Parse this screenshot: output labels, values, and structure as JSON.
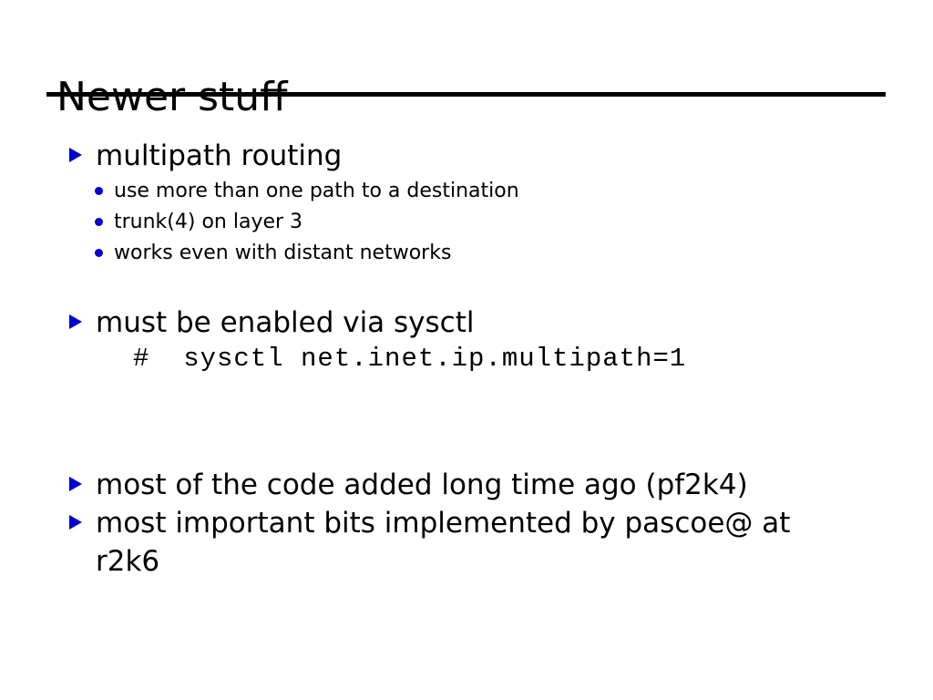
{
  "slide": {
    "title": "Newer stuff",
    "accent_color": "#0000d0",
    "text_color": "#000000",
    "background_color": "#ffffff",
    "bullets": [
      {
        "level": 1,
        "marker": "triangle-bullet",
        "text": "multipath routing"
      },
      {
        "level": 2,
        "marker": "dot-bullet",
        "text": "use more than one path to a destination"
      },
      {
        "level": 2,
        "marker": "dot-bullet",
        "text": "trunk(4) on layer 3"
      },
      {
        "level": 2,
        "marker": "dot-bullet",
        "text": "works even with distant networks"
      },
      {
        "level": 1,
        "marker": "triangle-bullet",
        "text": "must be enabled via sysctl"
      },
      {
        "level": 1,
        "marker": "triangle-bullet",
        "text": "most of the code added long time ago (pf2k4)"
      },
      {
        "level": 1,
        "marker": "triangle-bullet",
        "text": "most important bits implemented by pascoe@ at r2k6"
      }
    ],
    "command": "#  sysctl net.inet.ip.multipath=1"
  }
}
